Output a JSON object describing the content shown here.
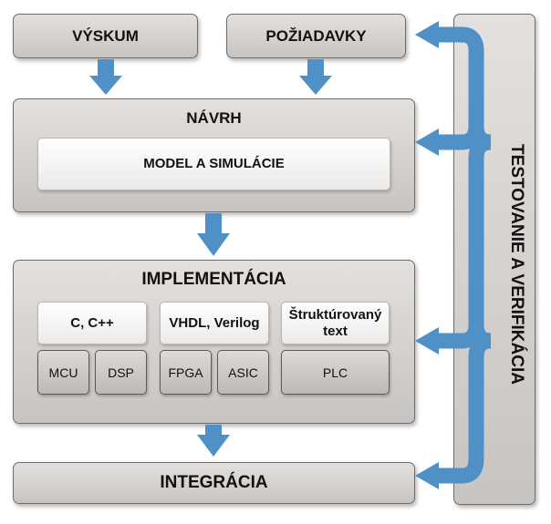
{
  "top": {
    "vyskum": "VÝSKUM",
    "poziadavky": "POŽIADAVKY"
  },
  "navrh": {
    "title": "NÁVRH",
    "model": "MODEL A SIMULÁCIE"
  },
  "implementacia": {
    "title": "IMPLEMENTÁCIA",
    "groups": [
      {
        "label": "C, C++",
        "chips": [
          "MCU",
          "DSP"
        ]
      },
      {
        "label": "VHDL, Verilog",
        "chips": [
          "FPGA",
          "ASIC"
        ]
      },
      {
        "label": "Štruktúrovaný text",
        "chips": [
          "PLC"
        ]
      }
    ]
  },
  "integracia": "INTEGRÁCIA",
  "testovanie": "TESTOVANIE A VERIFIKÁCIA",
  "colors": {
    "arrow": "#4f91c6",
    "box": "#d6d3d1",
    "border": "#6f6b69"
  }
}
